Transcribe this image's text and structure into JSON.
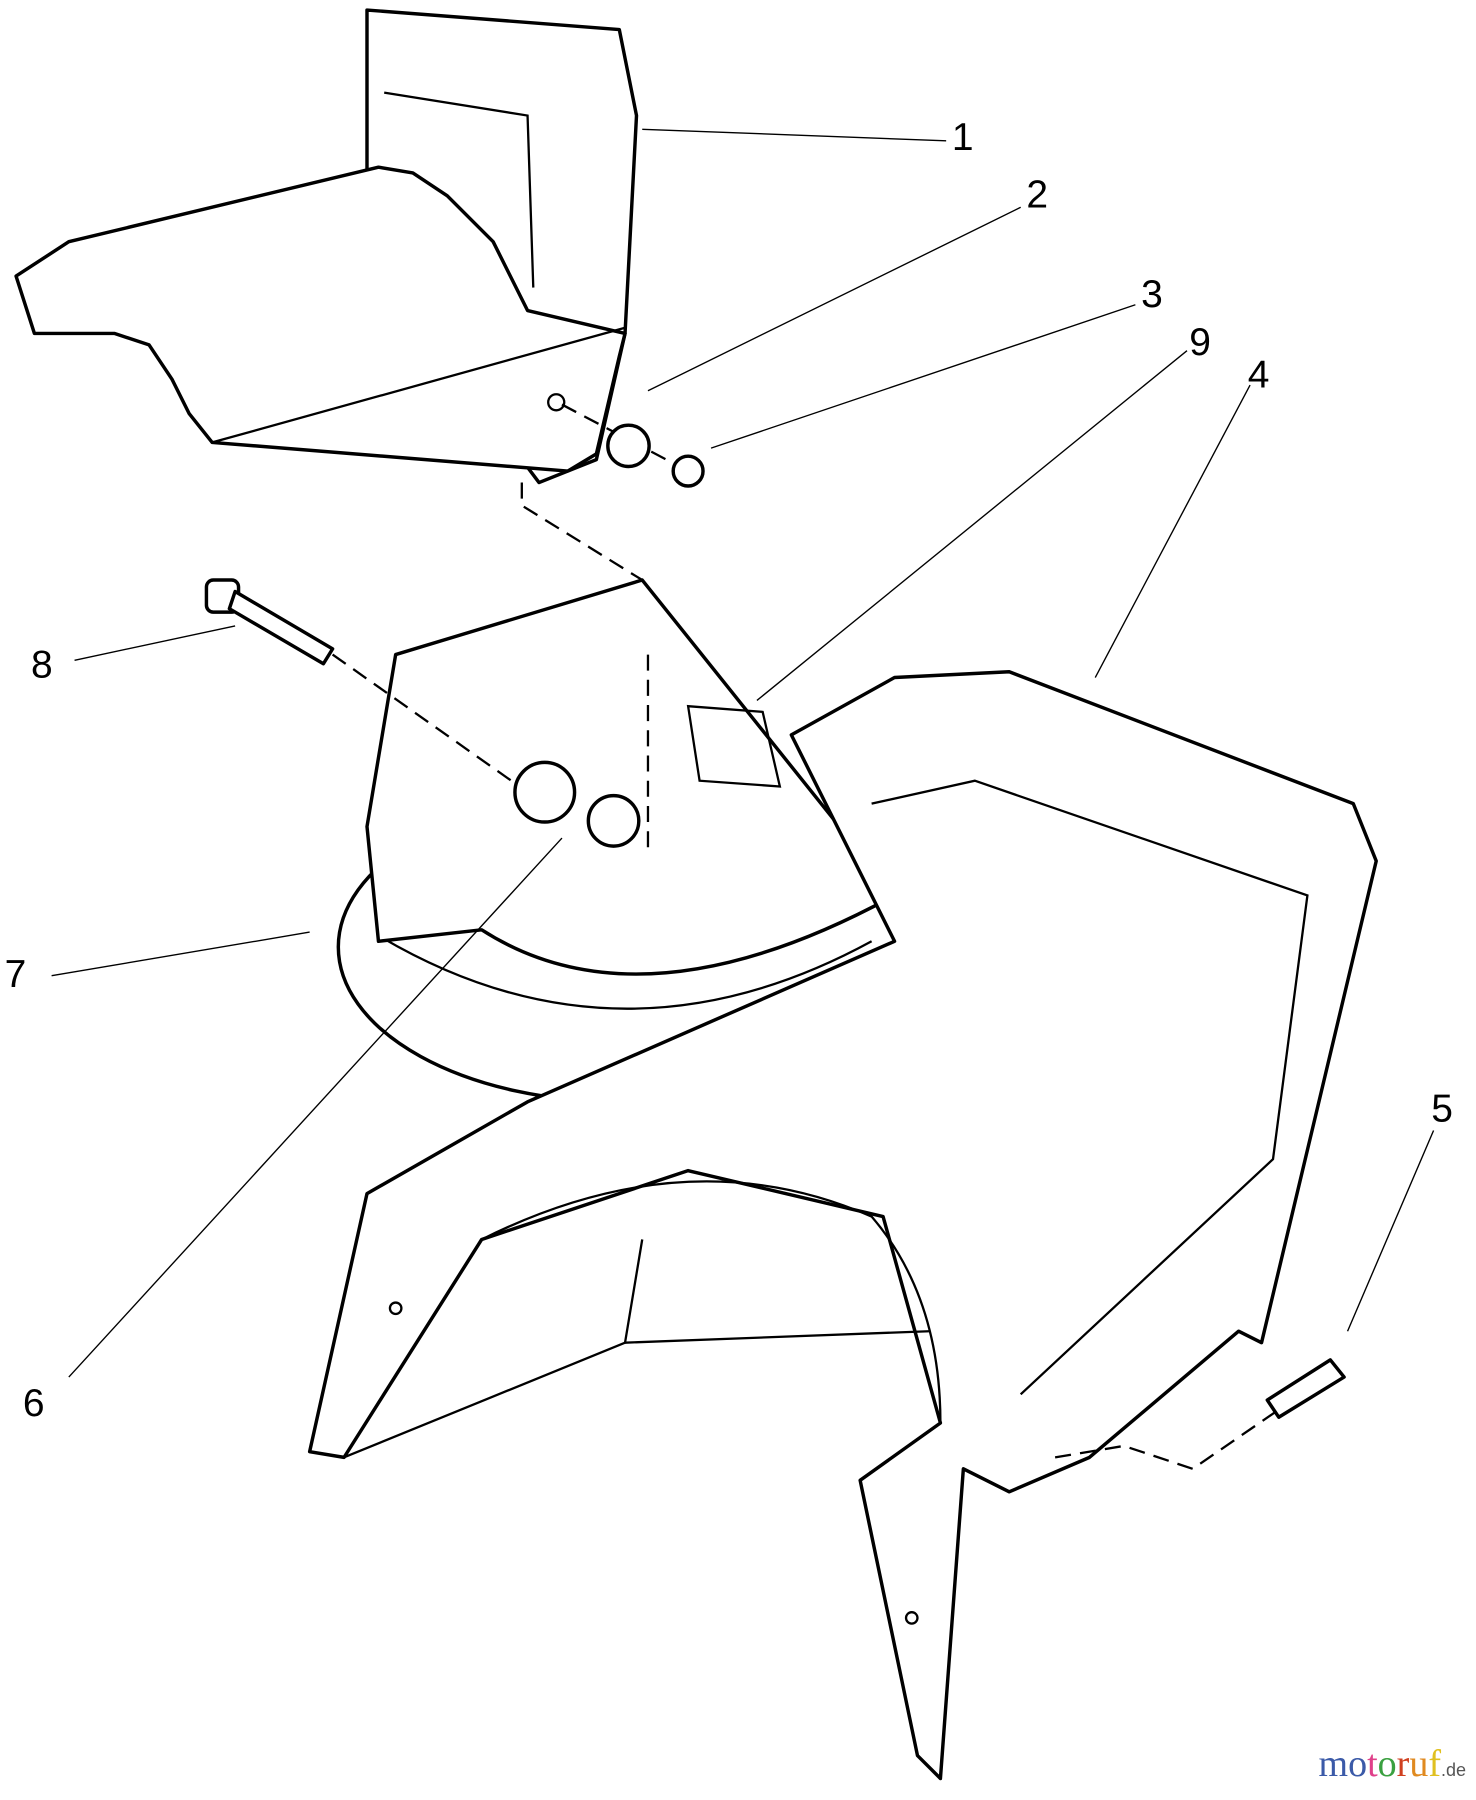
{
  "diagram": {
    "callouts": [
      {
        "id": "1",
        "label": "1"
      },
      {
        "id": "2",
        "label": "2"
      },
      {
        "id": "3",
        "label": "3"
      },
      {
        "id": "9",
        "label": "9"
      },
      {
        "id": "4",
        "label": "4"
      },
      {
        "id": "5",
        "label": "5"
      },
      {
        "id": "6",
        "label": "6"
      },
      {
        "id": "7",
        "label": "7"
      },
      {
        "id": "8",
        "label": "8"
      }
    ]
  },
  "watermark": {
    "letters": [
      "m",
      "o",
      "t",
      "o",
      "r",
      "u",
      "f"
    ],
    "colors": [
      "#3b5aa8",
      "#3b5aa8",
      "#e0408a",
      "#3aa040",
      "#d04020",
      "#e08a20",
      "#e0c020"
    ],
    "tld": ".de"
  }
}
